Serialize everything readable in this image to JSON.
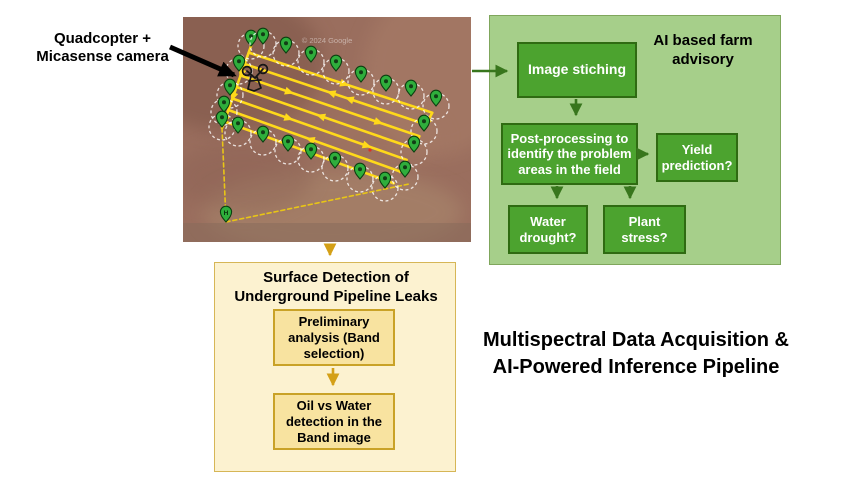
{
  "main_title": {
    "line1": "Multispectral Data Acquisition &",
    "line2": "AI-Powered Inference Pipeline"
  },
  "camera_label": {
    "line1": "Quadcopter +",
    "line2": "Micasense camera"
  },
  "aerial_image": {
    "watermark": "© 2024 Google",
    "home_marker_label": "H"
  },
  "farm_advisory_panel": {
    "title": "AI based farm advisory",
    "image_stitching": "Image stiching",
    "post_processing": "Post-processing to identify the problem areas in the field",
    "yield_prediction": "Yield prediction?",
    "water_drought": "Water drought?",
    "plant_stress": "Plant stress?"
  },
  "pipeline_panel": {
    "title": "Surface Detection of Underground Pipeline Leaks",
    "preliminary_analysis": "Preliminary analysis (Band selection)",
    "oil_water_detection": "Oil vs Water detection in the Band image"
  },
  "colors": {
    "farm_panel_bg": "#A6CF8A",
    "farm_panel_border": "#7FA65C",
    "farm_box_bg": "#4CA32F",
    "farm_box_border": "#2F6B12",
    "farm_arrow": "#38761D",
    "pipeline_panel_bg": "#FCF2D0",
    "pipeline_panel_border": "#D6B656",
    "pipeline_box_bg": "#F8E3A0",
    "pipeline_box_border": "#C9A227",
    "pipeline_arrow": "#D4A017",
    "flight_path_yellow": "#FFD91A",
    "waypoint_pin_green": "#2FAE3C",
    "terrain_brown": "#9A6E5E"
  }
}
